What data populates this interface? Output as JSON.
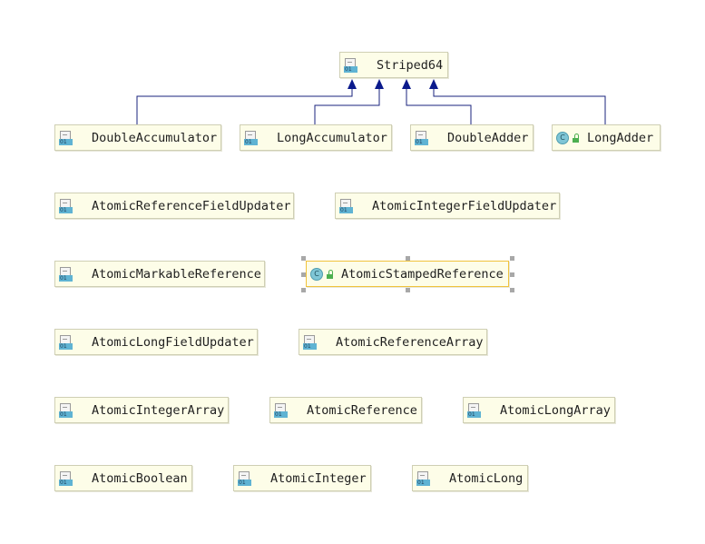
{
  "diagram": {
    "parent": {
      "id": "striped64",
      "label": "Striped64",
      "icon": "binary-class-icon"
    },
    "nodes": [
      {
        "id": "double-accumulator",
        "label": "DoubleAccumulator",
        "icon": "binary-class-icon",
        "extends": "striped64"
      },
      {
        "id": "long-accumulator",
        "label": "LongAccumulator",
        "icon": "binary-class-icon",
        "extends": "striped64"
      },
      {
        "id": "double-adder",
        "label": "DoubleAdder",
        "icon": "binary-class-icon",
        "extends": "striped64"
      },
      {
        "id": "long-adder",
        "label": "LongAdder",
        "icon": "class-public-icon",
        "class_marker": "C",
        "extends": "striped64"
      },
      {
        "id": "atomic-reference-field-updater",
        "label": "AtomicReferenceFieldUpdater",
        "icon": "binary-class-icon"
      },
      {
        "id": "atomic-integer-field-updater",
        "label": "AtomicIntegerFieldUpdater",
        "icon": "binary-class-icon"
      },
      {
        "id": "atomic-markable-reference",
        "label": "AtomicMarkableReference",
        "icon": "binary-class-icon"
      },
      {
        "id": "atomic-stamped-reference",
        "label": "AtomicStampedReference",
        "icon": "class-public-icon",
        "class_marker": "C",
        "selected": true
      },
      {
        "id": "atomic-long-field-updater",
        "label": "AtomicLongFieldUpdater",
        "icon": "binary-class-icon"
      },
      {
        "id": "atomic-reference-array",
        "label": "AtomicReferenceArray",
        "icon": "binary-class-icon"
      },
      {
        "id": "atomic-integer-array",
        "label": "AtomicIntegerArray",
        "icon": "binary-class-icon"
      },
      {
        "id": "atomic-reference",
        "label": "AtomicReference",
        "icon": "binary-class-icon"
      },
      {
        "id": "atomic-long-array",
        "label": "AtomicLongArray",
        "icon": "binary-class-icon"
      },
      {
        "id": "atomic-boolean",
        "label": "AtomicBoolean",
        "icon": "binary-class-icon"
      },
      {
        "id": "atomic-integer",
        "label": "AtomicInteger",
        "icon": "binary-class-icon"
      },
      {
        "id": "atomic-long",
        "label": "AtomicLong",
        "icon": "binary-class-icon"
      }
    ],
    "icon_text": {
      "binary": "01"
    },
    "colors": {
      "edge": "#1a237e",
      "arrow": "#0b1a8c",
      "node_bg": "#fdfde8",
      "node_border": "#cfcfb4",
      "selected_border": "#f0c33c"
    }
  }
}
